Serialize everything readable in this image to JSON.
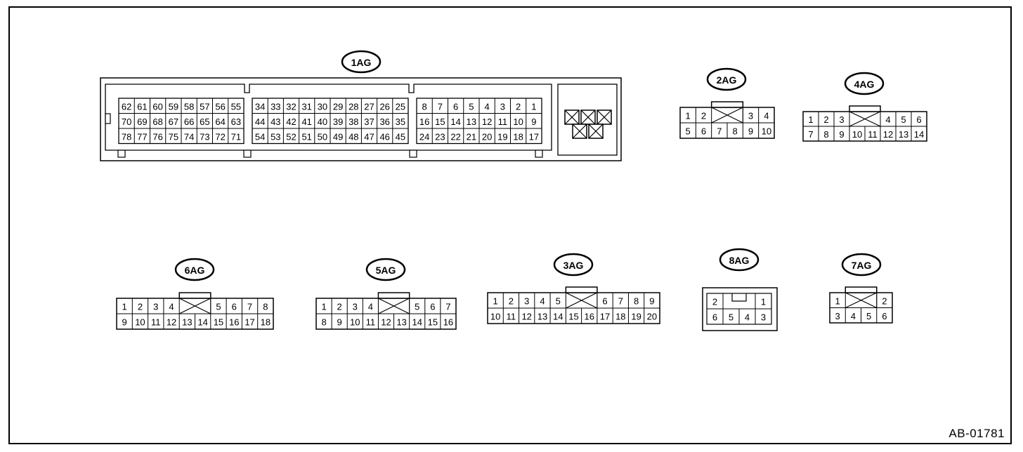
{
  "figure_code": "AB-01781",
  "connectors": [
    {
      "id": "1AG",
      "label": "1AG",
      "blocks": [
        {
          "rows": [
            [
              "62",
              "61",
              "60",
              "59",
              "58",
              "57",
              "56",
              "55"
            ],
            [
              "70",
              "69",
              "68",
              "67",
              "66",
              "65",
              "64",
              "63"
            ],
            [
              "78",
              "77",
              "76",
              "75",
              "74",
              "73",
              "72",
              "71"
            ]
          ]
        },
        {
          "rows": [
            [
              "34",
              "33",
              "32",
              "31",
              "30",
              "29",
              "28",
              "27",
              "26",
              "25"
            ],
            [
              "44",
              "43",
              "42",
              "41",
              "40",
              "39",
              "38",
              "37",
              "36",
              "35"
            ],
            [
              "54",
              "53",
              "52",
              "51",
              "50",
              "49",
              "48",
              "47",
              "46",
              "45"
            ]
          ]
        },
        {
          "rows": [
            [
              "8",
              "7",
              "6",
              "5",
              "4",
              "3",
              "2",
              "1"
            ],
            [
              "16",
              "15",
              "14",
              "13",
              "12",
              "11",
              "10",
              "9"
            ],
            [
              "24",
              "23",
              "22",
              "21",
              "20",
              "19",
              "18",
              "17"
            ]
          ]
        }
      ]
    },
    {
      "id": "2AG",
      "label": "2AG",
      "rows": [
        [
          "1",
          "2",
          "X",
          "X",
          "3",
          "4"
        ],
        [
          "5",
          "6",
          "7",
          "8",
          "9",
          "10"
        ]
      ]
    },
    {
      "id": "4AG",
      "label": "4AG",
      "rows": [
        [
          "1",
          "2",
          "3",
          "X",
          "X",
          "4",
          "5",
          "6"
        ],
        [
          "7",
          "8",
          "9",
          "10",
          "11",
          "12",
          "13",
          "14"
        ]
      ]
    },
    {
      "id": "6AG",
      "label": "6AG",
      "rows": [
        [
          "1",
          "2",
          "3",
          "4",
          "X",
          "X",
          "5",
          "6",
          "7",
          "8"
        ],
        [
          "9",
          "10",
          "11",
          "12",
          "13",
          "14",
          "15",
          "16",
          "17",
          "18"
        ]
      ]
    },
    {
      "id": "5AG",
      "label": "5AG",
      "rows": [
        [
          "1",
          "2",
          "3",
          "4",
          "X",
          "X",
          "5",
          "6",
          "7"
        ],
        [
          "8",
          "9",
          "10",
          "11",
          "12",
          "13",
          "14",
          "15",
          "16"
        ]
      ]
    },
    {
      "id": "3AG",
      "label": "3AG",
      "rows": [
        [
          "1",
          "2",
          "3",
          "4",
          "5",
          "X",
          "X",
          "6",
          "7",
          "8",
          "9"
        ],
        [
          "10",
          "11",
          "12",
          "13",
          "14",
          "15",
          "16",
          "17",
          "18",
          "19",
          "20"
        ]
      ]
    },
    {
      "id": "8AG",
      "label": "8AG",
      "rows": [
        [
          "2",
          "",
          "",
          "1"
        ],
        [
          "6",
          "5",
          "4",
          "3"
        ]
      ]
    },
    {
      "id": "7AG",
      "label": "7AG",
      "rows": [
        [
          "1",
          "X",
          "X",
          "2"
        ],
        [
          "3",
          "4",
          "5",
          "6"
        ]
      ]
    }
  ]
}
